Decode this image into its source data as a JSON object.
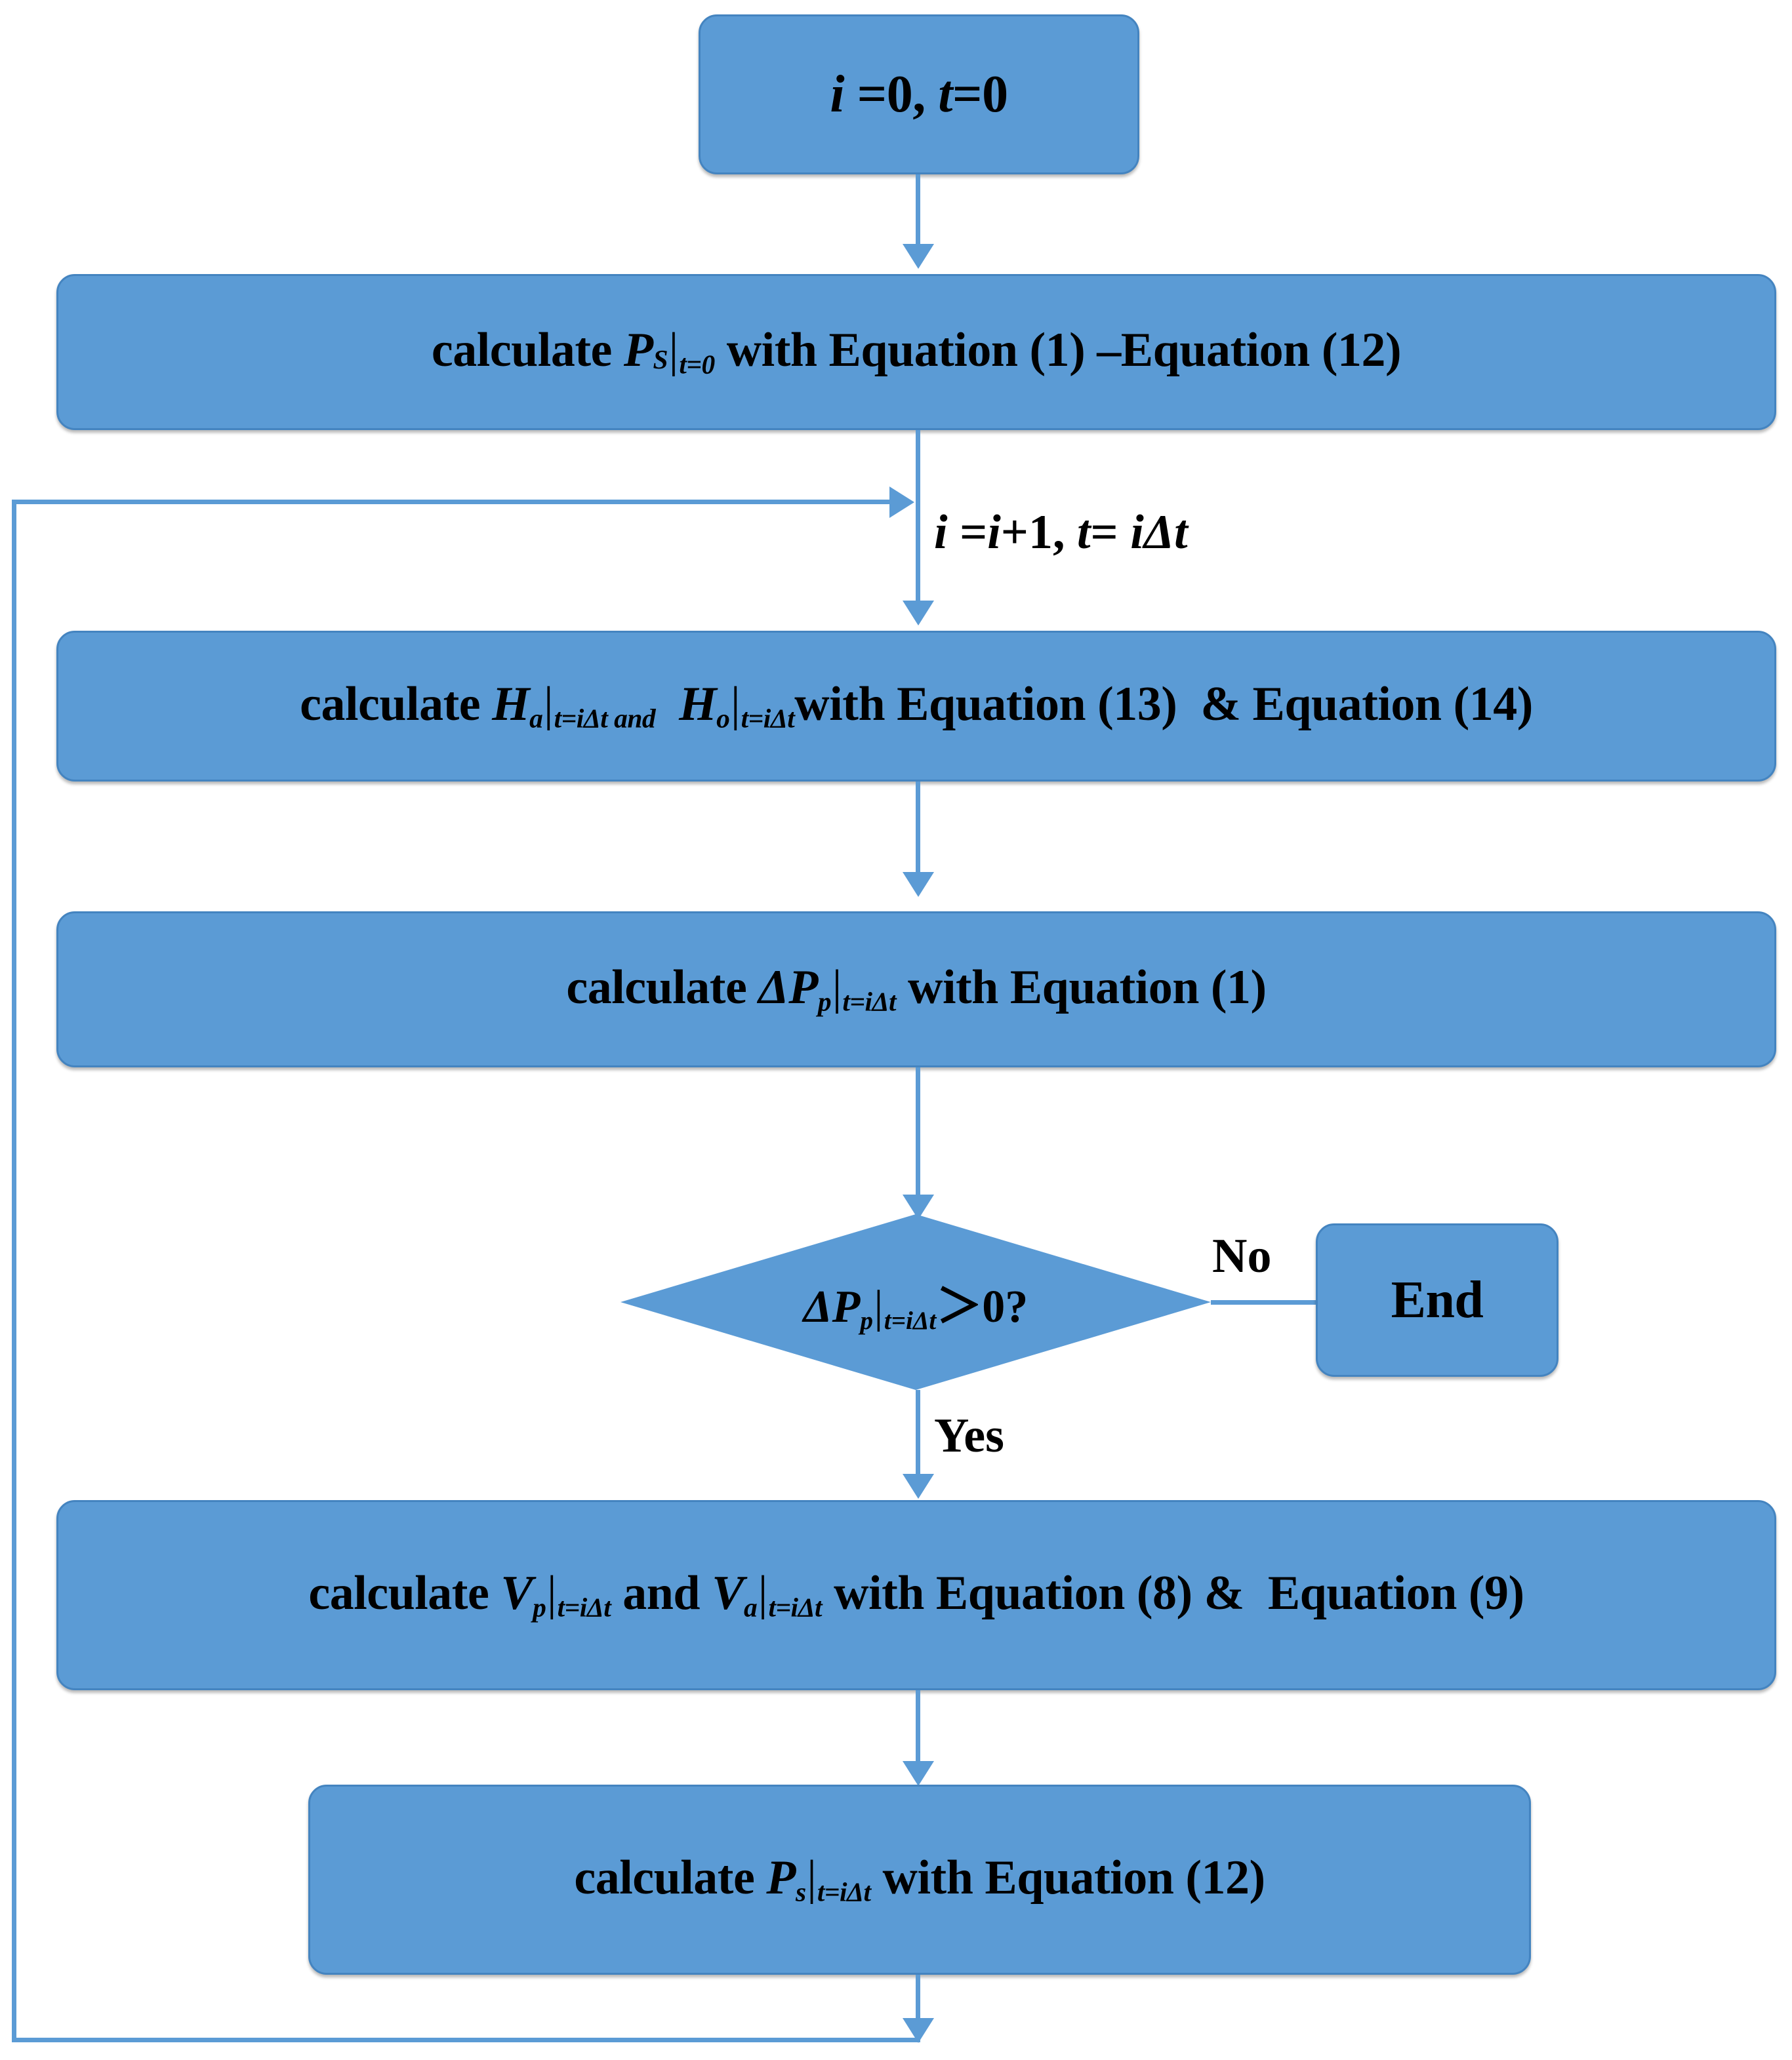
{
  "diagram": {
    "type": "flowchart",
    "title": "",
    "colors": {
      "node_fill": "#5B9BD5",
      "node_border": "#4484C0",
      "connector": "#5B9BD5",
      "text": "#000000",
      "background": "#FFFFFF"
    },
    "nodes": [
      {
        "id": "start",
        "shape": "rounded-rectangle",
        "text": "i =0, t=0",
        "parts": {
          "lhs": "i",
          "eq": " =0, ",
          "rhs": "t=0"
        }
      },
      {
        "id": "calc-ps-t0",
        "shape": "rounded-rectangle",
        "text": "calculate P_S|t=0 with Equation (1) –Equation (12)",
        "parts": {
          "lead": "calculate ",
          "sym": "P",
          "sub": "S",
          "cond": "t=0",
          "tail": " with Equation (1) –Equation (12)"
        }
      },
      {
        "id": "calc-h",
        "shape": "rounded-rectangle",
        "text": "calculate H_a|t=iΔt and  H_o|t=iΔt with Equation (13)  & Equation (14)",
        "parts": {
          "lead": "calculate ",
          "sym1": "H",
          "sub1": "a",
          "cond1": "t=iΔt and",
          "mid": "  ",
          "sym2": "H",
          "sub2": "o",
          "cond2": "t=iΔt",
          "tail": "with Equation (13)  & Equation (14)"
        }
      },
      {
        "id": "calc-dpp",
        "shape": "rounded-rectangle",
        "text": "calculate ΔP_p|t=iΔt with Equation (1)",
        "parts": {
          "lead": "calculate ",
          "sym": "ΔP",
          "sub": "p",
          "cond": "t=iΔt",
          "tail": " with Equation (1)"
        }
      },
      {
        "id": "decision",
        "shape": "diamond",
        "text": "ΔP_p|t=iΔt＞0?",
        "parts": {
          "sym": "ΔP",
          "sub": "p",
          "cond": "t=iΔt",
          "tail": "＞0?"
        }
      },
      {
        "id": "end",
        "shape": "rounded-rectangle",
        "text": "End"
      },
      {
        "id": "calc-v",
        "shape": "rounded-rectangle",
        "text": "calculate V_p|t=iΔt and V_a|t=iΔt with Equation (8) &  Equation (9)",
        "parts": {
          "lead": "calculate ",
          "sym1": "V",
          "sub1": "p",
          "cond1": "t=iΔt",
          "mid": " and ",
          "sym2": "V",
          "sub2": "a",
          "cond2": "t=iΔt",
          "tail": " with Equation (8) &  Equation (9)"
        }
      },
      {
        "id": "calc-ps",
        "shape": "rounded-rectangle",
        "text": "calculate P_s|t=iΔt with Equation (12)",
        "parts": {
          "lead": "calculate ",
          "sym": "P",
          "sub": "s",
          "cond": "t=iΔt",
          "tail": " with Equation (12)"
        }
      }
    ],
    "edge_labels": {
      "iteration": "i =i+1, t= iΔt",
      "iteration_parts": {
        "a": "i",
        "b": " =",
        "c": "i",
        "d": "+1, ",
        "e": "t",
        "f": "= ",
        "g": "iΔt"
      },
      "no": "No",
      "yes": "Yes"
    }
  }
}
